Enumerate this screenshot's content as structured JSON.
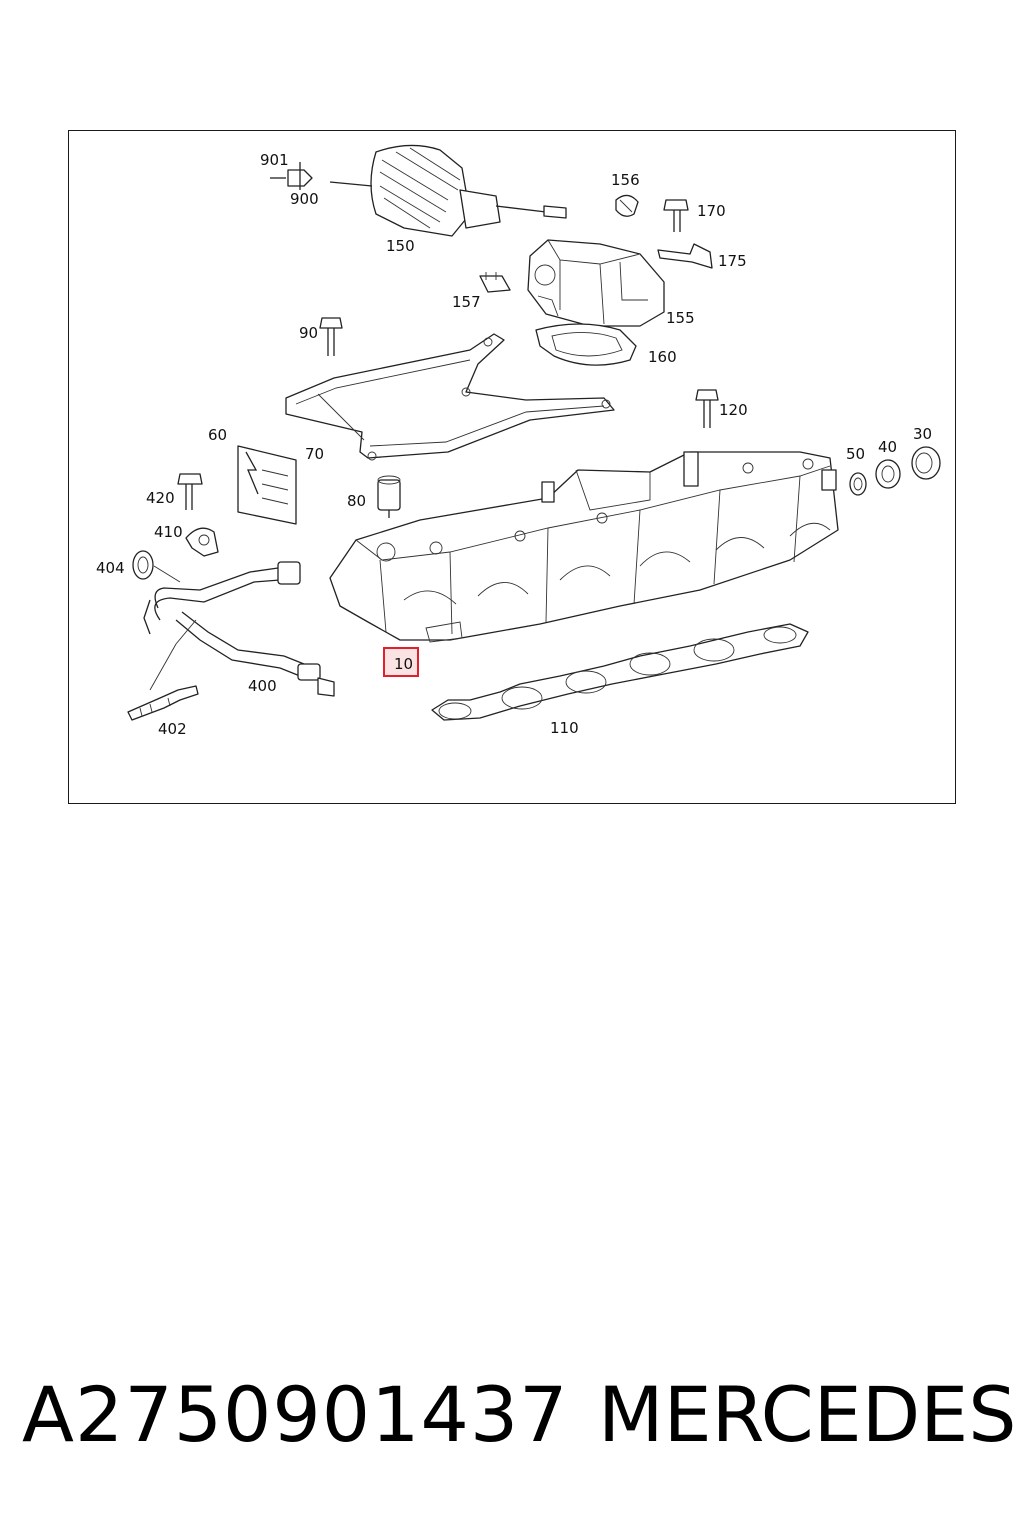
{
  "diagram": {
    "labels": {
      "l901": "901",
      "l900": "900",
      "l150": "150",
      "l156": "156",
      "l170": "170",
      "l175": "175",
      "l157": "157",
      "l155": "155",
      "l90": "90",
      "l160": "160",
      "l120": "120",
      "l60": "60",
      "l70": "70",
      "l30": "30",
      "l40": "40",
      "l50": "50",
      "l80": "80",
      "l420": "420",
      "l410": "410",
      "l404": "404",
      "l10": "10",
      "l400": "400",
      "l110": "110",
      "l402": "402"
    },
    "highlighted_part": "10",
    "highlight_color": "#e0202a",
    "highlight_fill": "#fbe3e3"
  },
  "footer": {
    "part_number": "A2750901437",
    "brand": "MERCEDES"
  }
}
